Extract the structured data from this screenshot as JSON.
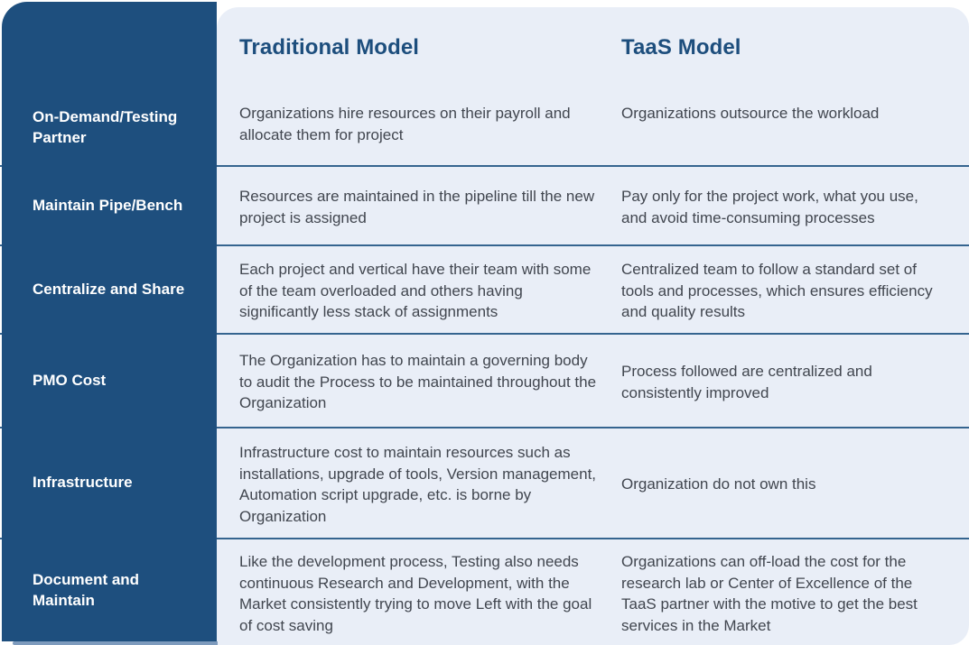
{
  "table": {
    "columns": [
      {
        "label": "Traditional Model"
      },
      {
        "label": "TaaS Model"
      }
    ],
    "rows": [
      {
        "label": "On-Demand/Testing Partner",
        "traditional": "Organizations hire resources on their payroll and allocate them for project",
        "taas": "Organizations outsource the workload"
      },
      {
        "label": "Maintain Pipe/Bench",
        "traditional": "Resources are maintained in the pipeline till the new project is assigned",
        "taas": "Pay only for the project work, what you use, and avoid time-consuming processes"
      },
      {
        "label": "Centralize and Share",
        "traditional": "Each project and vertical have their team with some of the team overloaded and others having significantly less stack of assignments",
        "taas": "Centralized team to follow a standard set of tools and processes, which ensures efficiency and quality results"
      },
      {
        "label": "PMO Cost",
        "traditional": "The Organization has to maintain a governing body to audit the Process to be maintained throughout the Organization",
        "taas": "Process followed are centralized and consistently improved"
      },
      {
        "label": "Infrastructure",
        "traditional": "Infrastructure cost to maintain resources such as installations, upgrade of tools, Version management, Automation script upgrade, etc. is borne by Organization",
        "taas": "Organization do not own this"
      },
      {
        "label": "Document and Maintain",
        "traditional": "Like the development process, Testing also needs continuous Research and Development, with the Market consistently trying to move Left with the goal of cost saving",
        "taas": "Organizations can off-load the cost for the research lab or Center of Excellence of the TaaS partner with the motive to get the best services in the Market"
      }
    ],
    "colors": {
      "sidebar_bg": "#1e4f7e",
      "content_bg": "#e9eef7",
      "divider": "#35648f",
      "header_text": "#1d4e7d",
      "body_text": "#41464f",
      "label_text": "#ffffff",
      "bottom_strip": "#7e9bbd"
    }
  }
}
